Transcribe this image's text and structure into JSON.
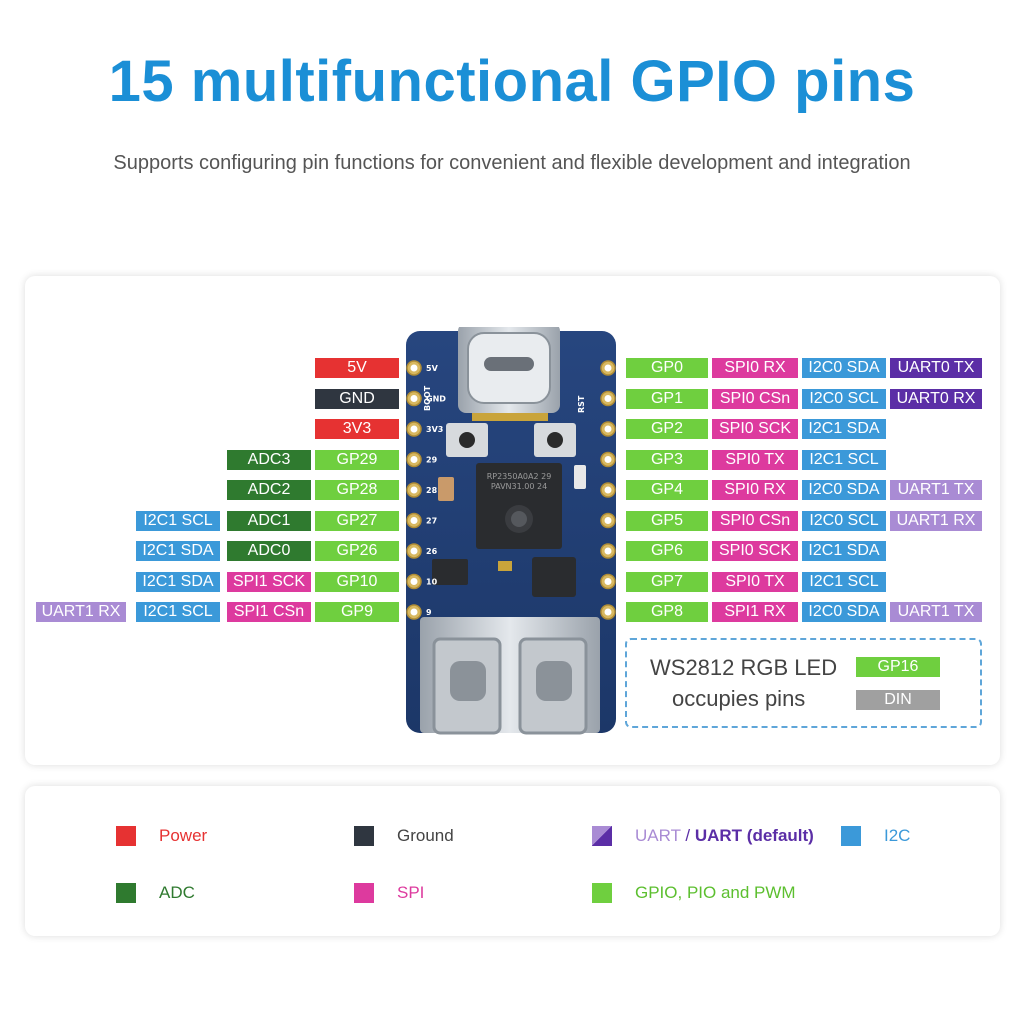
{
  "header": {
    "title": "15 multifunctional GPIO pins",
    "subtitle": "Supports configuring pin functions for convenient and flexible development and integration"
  },
  "colors": {
    "power": "#e63232",
    "ground": "#2f3640",
    "uart": "#5b2ea6",
    "uart_light": "#a98bd4",
    "i2c": "#3b99d9",
    "adc": "#2f7a2f",
    "spi": "#dd3a9e",
    "gpio": "#6fcf3f",
    "din": "#a0a0a0"
  },
  "pins": {
    "left": [
      [
        "5V"
      ],
      [
        "GND"
      ],
      [
        "3V3"
      ],
      [
        "GP29",
        "ADC3"
      ],
      [
        "GP28",
        "ADC2"
      ],
      [
        "GP27",
        "ADC1",
        "I2C1 SCL"
      ],
      [
        "GP26",
        "ADC0",
        "I2C1 SDA"
      ],
      [
        "GP10",
        "SPI1 SCK",
        "I2C1 SDA"
      ],
      [
        "GP9",
        "SPI1 CSn",
        "I2C1 SCL",
        "UART1 RX"
      ]
    ],
    "right": [
      [
        "GP0",
        "SPI0 RX",
        "I2C0 SDA",
        "UART0 TX"
      ],
      [
        "GP1",
        "SPI0 CSn",
        "I2C0 SCL",
        "UART0 RX"
      ],
      [
        "GP2",
        "SPI0 SCK",
        "I2C1 SDA"
      ],
      [
        "GP3",
        "SPI0 TX",
        "I2C1 SCL"
      ],
      [
        "GP4",
        "SPI0 RX",
        "I2C0 SDA",
        "UART1 TX"
      ],
      [
        "GP5",
        "SPI0 CSn",
        "I2C0 SCL",
        "UART1 RX"
      ],
      [
        "GP6",
        "SPI0 SCK",
        "I2C1 SDA"
      ],
      [
        "GP7",
        "SPI0 TX",
        "I2C1 SCL"
      ],
      [
        "GP8",
        "SPI1 RX",
        "I2C0 SDA",
        "UART1 TX"
      ]
    ]
  },
  "board": {
    "silk_left": [
      "5V",
      "GND",
      "3V3",
      "29",
      "28",
      "27",
      "26",
      "10",
      "9"
    ],
    "silk_right": [
      "RST"
    ],
    "silk_boot": "BOOT",
    "chip_text_1": "RP2350A0A2 29",
    "chip_text_2": "PAVN31.00 24"
  },
  "ws2812": {
    "line1": "WS2812 RGB LED",
    "line2": "occupies pins",
    "pin": "GP16",
    "signal": "DIN"
  },
  "legend": {
    "power": "Power",
    "ground": "Ground",
    "uart": "UART",
    "uart_sep": " / ",
    "uart_default": "UART (default)",
    "i2c": "I2C",
    "adc": "ADC",
    "spi": "SPI",
    "gpio": "GPIO, PIO and PWM"
  }
}
